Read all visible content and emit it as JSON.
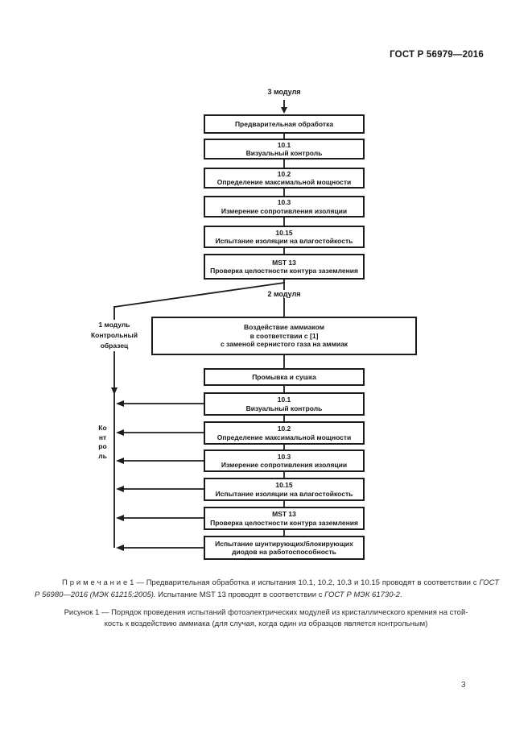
{
  "colors": {
    "ink": "#1c1c1c",
    "paper": "#ffffff"
  },
  "header": {
    "doc_number": "ГОСТ Р 56979—2016"
  },
  "flowchart": {
    "top_count_label": "3 модуля",
    "mid_count_label": "2 модуля",
    "control_sample_label": "1 модуль\nКонтрольный\nобразец",
    "control_rail_label": "Контроль",
    "stage1": [
      {
        "code": "",
        "label": "Предварительная обработка"
      },
      {
        "code": "10.1",
        "label": "Визуальный контроль"
      },
      {
        "code": "10.2",
        "label": "Определение максимальной мощности"
      },
      {
        "code": "10.3",
        "label": "Измерение сопротивления изоляции"
      },
      {
        "code": "10.15",
        "label": "Испытание изоляции на влагостойкость"
      },
      {
        "code": "MST 13",
        "label": "Проверка целостности контура заземления"
      }
    ],
    "ammonia_box_label": "Воздействие аммиаком\nв соответствии с [1]\nс заменой сернистого газа на аммиак",
    "stage2": [
      {
        "code": "",
        "label": "Промывка и сушка"
      },
      {
        "code": "10.1",
        "label": "Визуальный контроль"
      },
      {
        "code": "10.2",
        "label": "Определение максимальной мощности"
      },
      {
        "code": "10.3",
        "label": "Измерение сопротивления изоляции"
      },
      {
        "code": "10.15",
        "label": "Испытание изоляции на влагостойкость"
      },
      {
        "code": "MST 13",
        "label": "Проверка целостности контура заземления"
      },
      {
        "code": "",
        "label": "Испытание шунтирующих/блокирующих\nдиодов на работоспособность"
      }
    ]
  },
  "note": {
    "lead": "П р и м е ч а н и е  1 — Предварительная обработка и испытания 10.1, 10.2, 10.3 и 10.15 проводят в соответствии с ",
    "ref1": "ГОСТ Р 56980—2016 (МЭК 61215:2005).",
    "middle": " Испытание MST 13 проводят в соответствии с ",
    "ref2": "ГОСТ Р МЭК 61730-2",
    "tail": "."
  },
  "caption": {
    "text": "Рисунок 1 — Порядок проведения испытаний фотоэлектрических модулей из кристаллического кремния на стой-\nкость к воздействию аммиака (для случая, когда один из образцов является контрольным)"
  },
  "footer": {
    "page_number": "3"
  }
}
